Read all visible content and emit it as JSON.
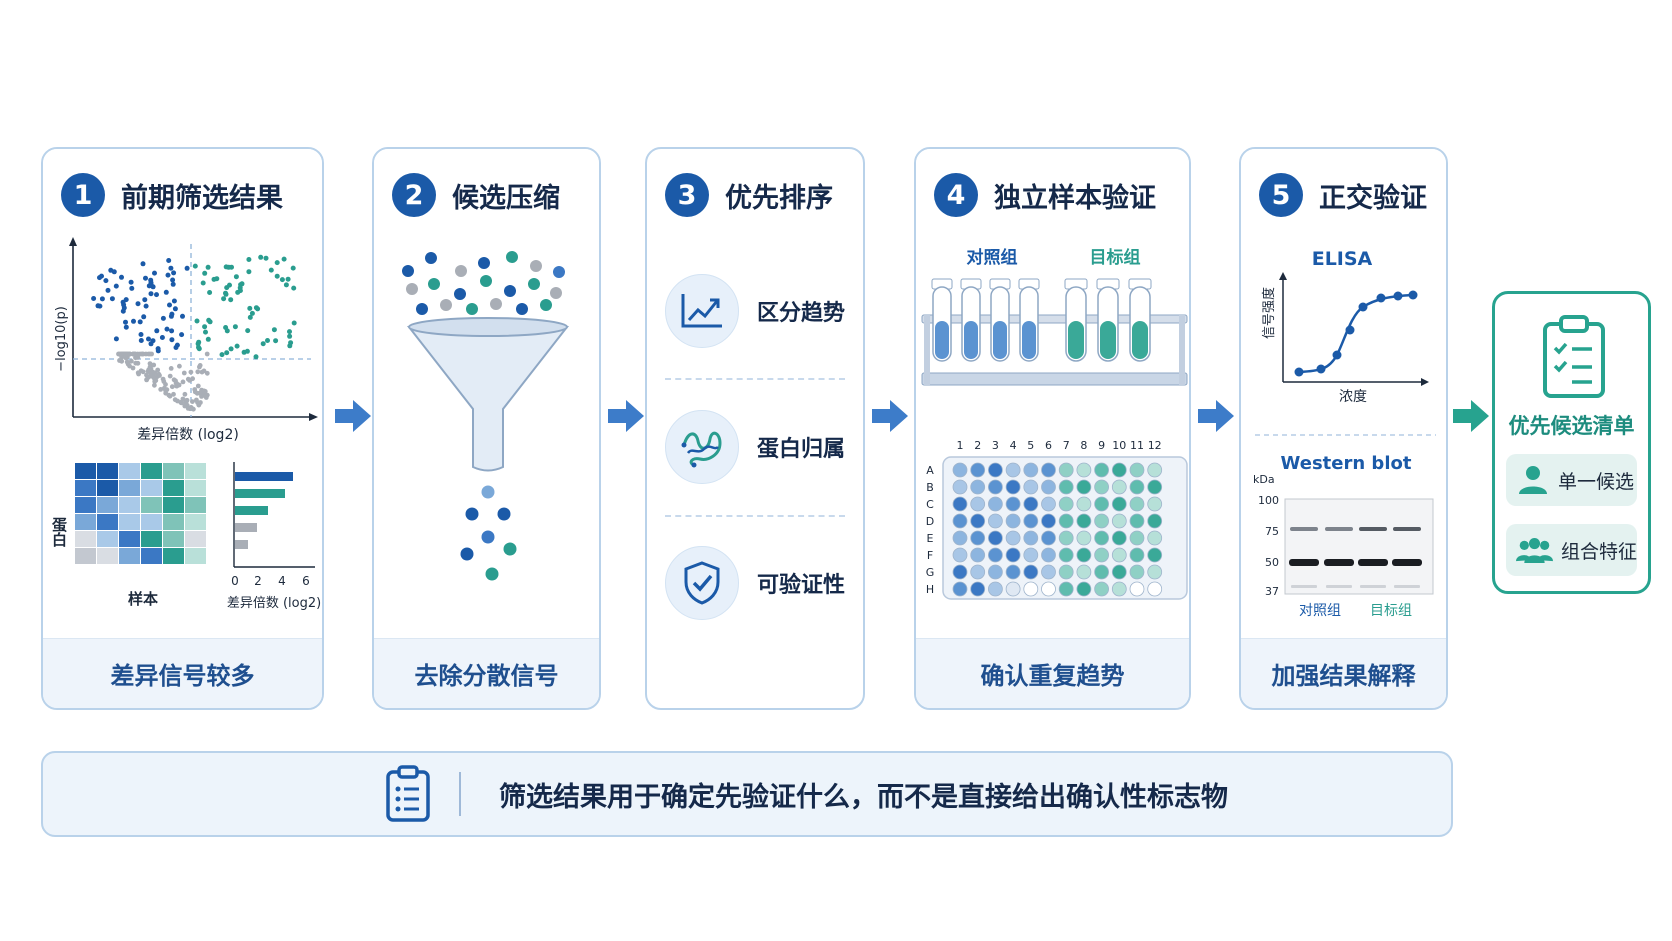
{
  "steps": [
    {
      "number": "1",
      "title": "前期筛选结果",
      "footer": "差异信号较多"
    },
    {
      "number": "2",
      "title": "候选压缩",
      "footer": "去除分散信号"
    },
    {
      "number": "3",
      "title": "优先排序"
    },
    {
      "number": "4",
      "title": "独立样本验证",
      "footer": "确认重复趋势"
    },
    {
      "number": "5",
      "title": "正交验证",
      "footer": "加强结果解释"
    }
  ],
  "volcano": {
    "ylabel": "−log10(p)",
    "xlabel": "差异倍数 (log2)"
  },
  "heatmap": {
    "ylabel": "蛋白",
    "xlabel": "样本"
  },
  "barchart": {
    "ticks": [
      "0",
      "2",
      "4",
      "6"
    ],
    "xlabel": "差异倍数 (log2)"
  },
  "priorities": [
    {
      "label": "区分趋势",
      "icon": "trend-chart-icon"
    },
    {
      "label": "蛋白归属",
      "icon": "protein-structure-icon"
    },
    {
      "label": "可验证性",
      "icon": "shield-check-icon"
    }
  ],
  "validation": {
    "control_label": "对照组",
    "target_label": "目标组",
    "plate_cols": [
      "1",
      "2",
      "3",
      "4",
      "5",
      "6",
      "7",
      "8",
      "9",
      "10",
      "11",
      "12"
    ],
    "plate_rows": [
      "A",
      "B",
      "C",
      "D",
      "E",
      "F",
      "G",
      "H"
    ]
  },
  "elisa": {
    "title": "ELISA",
    "ylabel": "信号强度",
    "xlabel": "浓度"
  },
  "western": {
    "title": "Western blot",
    "unit": "kDa",
    "markers": [
      "100",
      "75",
      "50",
      "37"
    ],
    "lane_labels": [
      "对照组",
      "目标组"
    ]
  },
  "final": {
    "title": "优先候选清单",
    "items": [
      {
        "label": "单一候选",
        "icon": "person-icon"
      },
      {
        "label": "组合特征",
        "icon": "group-icon"
      }
    ]
  },
  "banner": {
    "text": "筛选结果用于确定先验证什么，而不是直接给出确认性标志物"
  },
  "colors": {
    "blue": "#1b5aa8",
    "teal": "#2a9d8f",
    "grey": "#a9aeb6",
    "border": "#b9d2ea"
  }
}
